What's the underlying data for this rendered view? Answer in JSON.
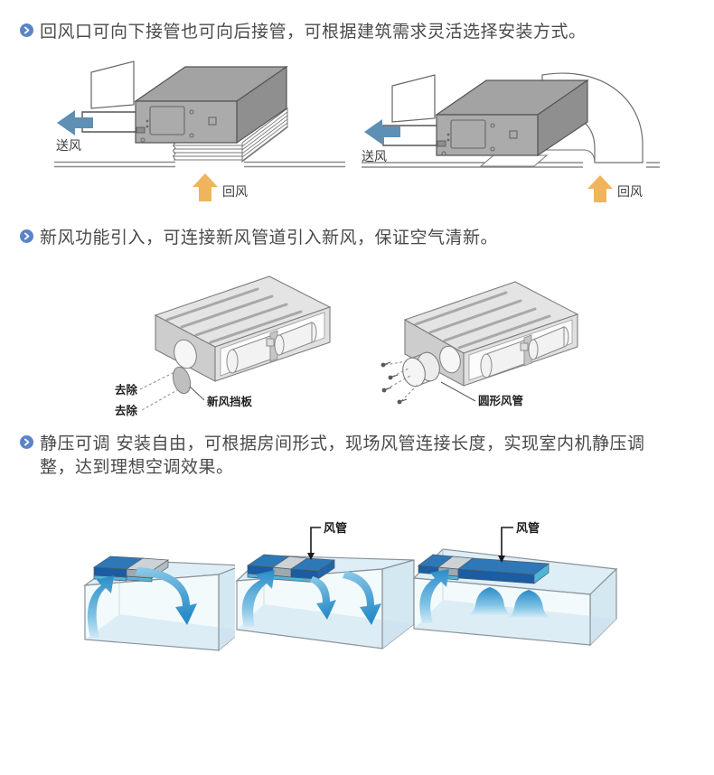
{
  "page": {
    "background": "#ffffff"
  },
  "colors": {
    "bullet_blue": "#5b84c8",
    "heading_text": "#4a4a4a",
    "supply_arrow_blue": "#5e8fb4",
    "return_arrow_orange": "#f0b45c",
    "airflow_blue": "#2a8cc8",
    "unit_slab_blue": "#2e78b8",
    "room_glass_blue": "#ddeef7",
    "line_art_gray": "#7d7d7d"
  },
  "sections": [
    {
      "heading": "回风口可向下接管也可向后接管，可根据建筑需求灵活选择安装方式。",
      "diagrams": [
        {
          "name": "bottom-return-connection",
          "supply_label": "送风",
          "return_label": "回风"
        },
        {
          "name": "rear-return-connection",
          "supply_label": "送风",
          "return_label": "回风"
        }
      ]
    },
    {
      "heading": "新风功能引入，可连接新风管道引入新风，保证空气清新。",
      "diagrams": [
        {
          "name": "fresh-air-baffle-removal",
          "remove_label_1": "去除",
          "remove_label_2": "去除",
          "part_label": "新风挡板"
        },
        {
          "name": "round-duct-installation",
          "part_label": "圆形风管"
        }
      ]
    },
    {
      "heading": "静压可调 安装自由，可根据房间形式，现场风管连接长度，实现室内机静压调整，达到理想空调效果。",
      "diagrams": [
        {
          "name": "room-short-no-duct"
        },
        {
          "name": "room-medium-duct",
          "duct_label": "风管"
        },
        {
          "name": "room-long-duct",
          "duct_label": "风管"
        }
      ]
    }
  ]
}
